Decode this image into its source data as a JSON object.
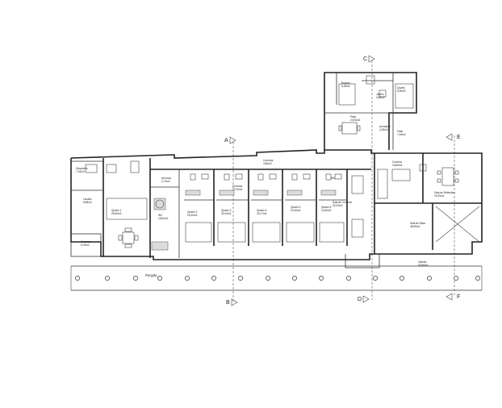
{
  "rooms": [
    {
      "name": "Despensa",
      "area": "7,15m2"
    },
    {
      "name": "Lavabo",
      "area": "8,58m2"
    },
    {
      "name": "Quarto 1",
      "area": "25,80m2"
    },
    {
      "name": "Corredor",
      "area": "4,80m2"
    },
    {
      "name": "Arrumos",
      "area": "5,76m2"
    },
    {
      "name": "Arrumos",
      "area": "2,74m2"
    },
    {
      "name": "WC",
      "area": "16,50m2"
    },
    {
      "name": "Quarto 2",
      "area": "15,40m2"
    },
    {
      "name": "Quarto 3",
      "area": "20,40m2"
    },
    {
      "name": "Quarto 4",
      "area": "15,17m2"
    },
    {
      "name": "Quarto 5",
      "area": "15,40m2"
    },
    {
      "name": "Quarto 6",
      "area": "14,80m2"
    },
    {
      "name": "Corredor",
      "area": "12,20m2"
    },
    {
      "name": "Sala de Convívio",
      "area": "22,00m2"
    },
    {
      "name": "Cozinha",
      "area": "16,80m2"
    },
    {
      "name": "Sala de Refeições",
      "area": "19,20m2"
    },
    {
      "name": "Sala de Estar",
      "area": "48,96m2"
    },
    {
      "name": "Pátio",
      "area": "23,96m2"
    },
    {
      "name": "Armazém",
      "area": "4,25m2"
    },
    {
      "name": "Pátio",
      "area": "7,04m2"
    },
    {
      "name": "Bosque",
      "area": "6,39m2"
    },
    {
      "name": "Jardim",
      "area": "3,65m2"
    },
    {
      "name": "Quarto",
      "area": "6,90m2"
    },
    {
      "name": "Galeria",
      "area": "40,66m2"
    },
    {
      "name": "WC",
      "area": ""
    }
  ],
  "pergola_label": "Pergola",
  "section_markers": [
    {
      "letter": "A"
    },
    {
      "letter": "B"
    },
    {
      "letter": "C"
    },
    {
      "letter": "D"
    },
    {
      "letter": "E"
    },
    {
      "letter": "F"
    }
  ]
}
